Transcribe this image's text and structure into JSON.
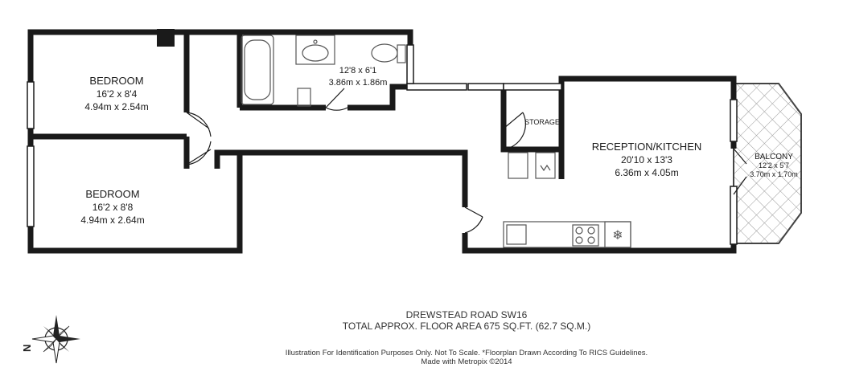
{
  "rooms": {
    "bedroom1": {
      "name": "BEDROOM",
      "imperial": "16'2 x 8'4",
      "metric": "4.94m x 2.54m"
    },
    "bedroom2": {
      "name": "BEDROOM",
      "imperial": "16'2 x 8'8",
      "metric": "4.94m x 2.64m"
    },
    "bathroom": {
      "imperial": "12'8 x 6'1",
      "metric": "3.86m x 1.86m"
    },
    "storage": {
      "name": "STORAGE"
    },
    "reception": {
      "name": "RECEPTION/KITCHEN",
      "imperial": "20'10 x 13'3",
      "metric": "6.36m x 4.05m"
    },
    "balcony": {
      "name": "BALCONY",
      "imperial": "12'2 x 5'7",
      "metric": "3.70m x 1.70m"
    }
  },
  "footer": {
    "address": "DREWSTEAD ROAD SW16",
    "area": "TOTAL APPROX. FLOOR AREA 675 SQ.FT. (62.7 SQ.M.)",
    "disclaimer": "Illustration For Identification Purposes Only. Not To Scale. *Floorplan Drawn According To RICS Guidelines.",
    "credit": "Made with Metropix ©2014"
  },
  "compass": {
    "label": "N"
  },
  "colors": {
    "wall": "#1a1a1a",
    "fixture": "#555555",
    "balcony_hatch": "#999999"
  }
}
